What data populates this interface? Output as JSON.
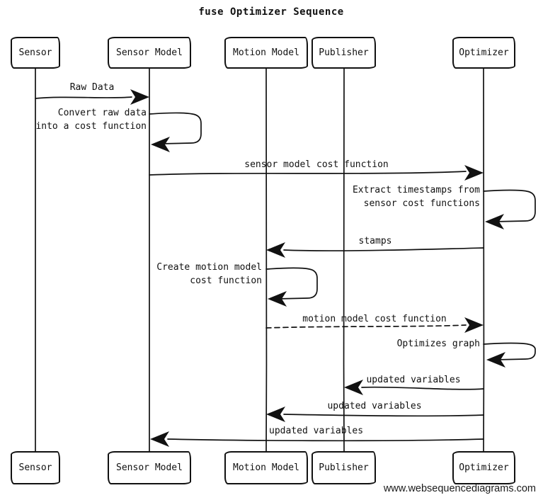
{
  "title": "fuse Optimizer Sequence",
  "footer": "www.websequencediagrams.com",
  "actors": [
    {
      "id": "sensor",
      "label": "Sensor"
    },
    {
      "id": "sensor-model",
      "label": "Sensor Model"
    },
    {
      "id": "motion-model",
      "label": "Motion Model"
    },
    {
      "id": "publisher",
      "label": "Publisher"
    },
    {
      "id": "optimizer",
      "label": "Optimizer"
    }
  ],
  "messages": [
    {
      "from": "Sensor",
      "to": "Sensor Model",
      "type": "solid",
      "label": "Raw Data"
    },
    {
      "from": "Sensor Model",
      "to": "Sensor Model",
      "type": "self",
      "label": "Convert raw data into a cost function",
      "lines": [
        "Convert raw data",
        "into a cost function"
      ]
    },
    {
      "from": "Sensor Model",
      "to": "Optimizer",
      "type": "solid",
      "label": "sensor model cost function"
    },
    {
      "from": "Optimizer",
      "to": "Optimizer",
      "type": "self",
      "label": "Extract timestamps from sensor cost functions",
      "lines": [
        "Extract timestamps from",
        "sensor cost functions"
      ]
    },
    {
      "from": "Optimizer",
      "to": "Motion Model",
      "type": "solid",
      "label": "stamps"
    },
    {
      "from": "Motion Model",
      "to": "Motion Model",
      "type": "self",
      "label": "Create motion model cost function",
      "lines": [
        "Create motion model",
        "cost function"
      ]
    },
    {
      "from": "Motion Model",
      "to": "Optimizer",
      "type": "dashed",
      "label": "motion model cost function"
    },
    {
      "from": "Optimizer",
      "to": "Optimizer",
      "type": "self",
      "label": "Optimizes graph"
    },
    {
      "from": "Optimizer",
      "to": "Publisher",
      "type": "solid",
      "label": "updated variables"
    },
    {
      "from": "Optimizer",
      "to": "Motion Model",
      "type": "solid",
      "label": "updated variables"
    },
    {
      "from": "Optimizer",
      "to": "Sensor Model",
      "type": "solid",
      "label": "updated variables"
    }
  ],
  "colors": {
    "ink": "#111111",
    "background": "#ffffff"
  }
}
